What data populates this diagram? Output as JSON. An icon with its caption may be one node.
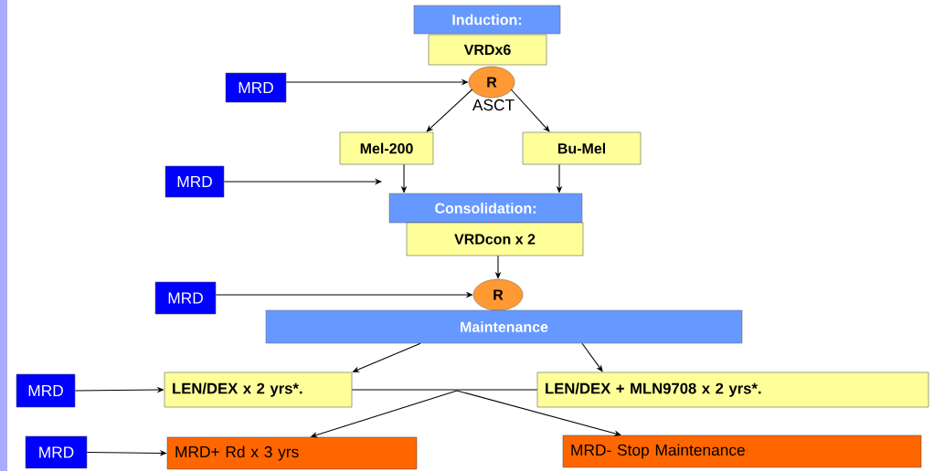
{
  "diagram": {
    "nodes": [
      {
        "text": [
          "Induction:"
        ]
      },
      {
        "text": [
          "VRDx6"
        ]
      },
      {
        "text": [
          "R"
        ],
        "beside": [
          "ASCT"
        ]
      },
      {
        "text": [
          "MRD"
        ]
      },
      {
        "text": [
          "Mel-200"
        ]
      },
      {
        "text": [
          "Bu-Mel"
        ]
      },
      {
        "text": [
          "MRD"
        ]
      },
      {
        "text": [
          "Consolidation:"
        ]
      },
      {
        "text": [
          "VRDcon x 2"
        ]
      },
      {
        "text": [
          "R"
        ]
      },
      {
        "text": [
          "MRD"
        ]
      },
      {
        "text": [
          "Maintenance"
        ]
      },
      {
        "text": [
          "MRD"
        ]
      },
      {
        "text": [
          "LEN/DEX x 2 yrs*."
        ]
      },
      {
        "text": [
          "LEN/DEX + MLN9708 x 2 yrs*."
        ]
      },
      {
        "text": [
          "MRD"
        ]
      },
      {
        "text": [
          "MRD+ Rd x 3 yrs"
        ]
      },
      {
        "text": [
          "MRD- Stop Maintenance"
        ]
      }
    ],
    "edges": [
      {
        "from": 3,
        "to": 2,
        "arrow": "to"
      },
      {
        "from": 2,
        "to": 4,
        "arrow": "to"
      },
      {
        "from": 2,
        "to": 5,
        "arrow": "to"
      },
      {
        "from": 6,
        "to": null,
        "arrow": "to"
      },
      {
        "from": 4,
        "to": 7,
        "arrow": "to"
      },
      {
        "from": 5,
        "to": 7,
        "arrow": "to"
      },
      {
        "from": 8,
        "to": 9,
        "arrow": "to"
      },
      {
        "from": 10,
        "to": 9,
        "arrow": "to"
      },
      {
        "from": 11,
        "to": 13,
        "arrow": "to"
      },
      {
        "from": 11,
        "to": 14,
        "arrow": "to"
      },
      {
        "from": 12,
        "to": 13,
        "arrow": "to"
      },
      {
        "from": 13,
        "to": 14,
        "arrow": "none"
      },
      {
        "from": null,
        "to": 16,
        "arrow": "to"
      },
      {
        "from": null,
        "to": 17,
        "arrow": "to"
      },
      {
        "from": 15,
        "to": 16,
        "arrow": "to"
      }
    ]
  }
}
